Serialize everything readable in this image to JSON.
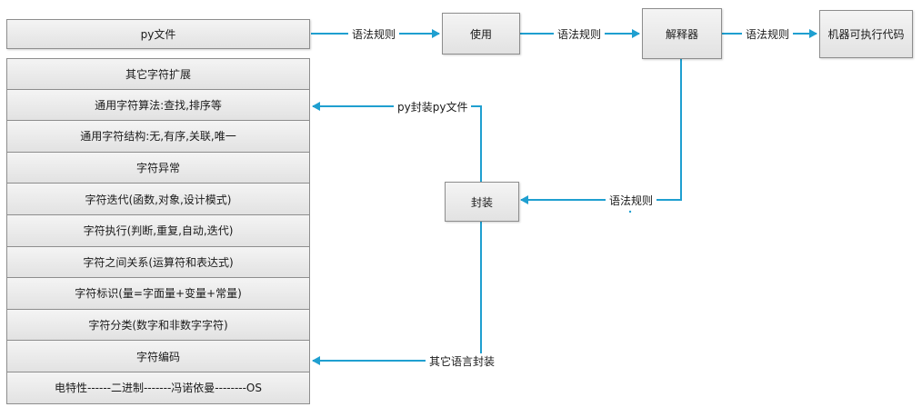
{
  "nodes": {
    "py_file": "py文件",
    "use": "使用",
    "interpreter": "解释器",
    "machine_code": "机器可执行代码",
    "package": "封装"
  },
  "edge_labels": {
    "grammar_1": "语法规则",
    "grammar_2": "语法规则",
    "grammar_3": "语法规则",
    "grammar_4": "语法规则",
    "py_package_file": "py封装py文件",
    "other_lang_package": "其它语言封装"
  },
  "stack": [
    "其它字符扩展",
    "通用字符算法:查找,排序等",
    "通用字符结构:无,有序,关联,唯一",
    "字符异常",
    "字符迭代(函数,对象,设计模式)",
    "字符执行(判断,重复,自动,迭代)",
    "字符之间关系(运算符和表达式)",
    "字符标识(量=字面量+变量+常量)",
    "字符分类(数字和非数字字符)",
    "字符编码",
    "电特性------二进制-------冯诺依曼--------OS"
  ],
  "colors": {
    "arrow": "#1f9fd0",
    "border": "#8d8d8d"
  }
}
